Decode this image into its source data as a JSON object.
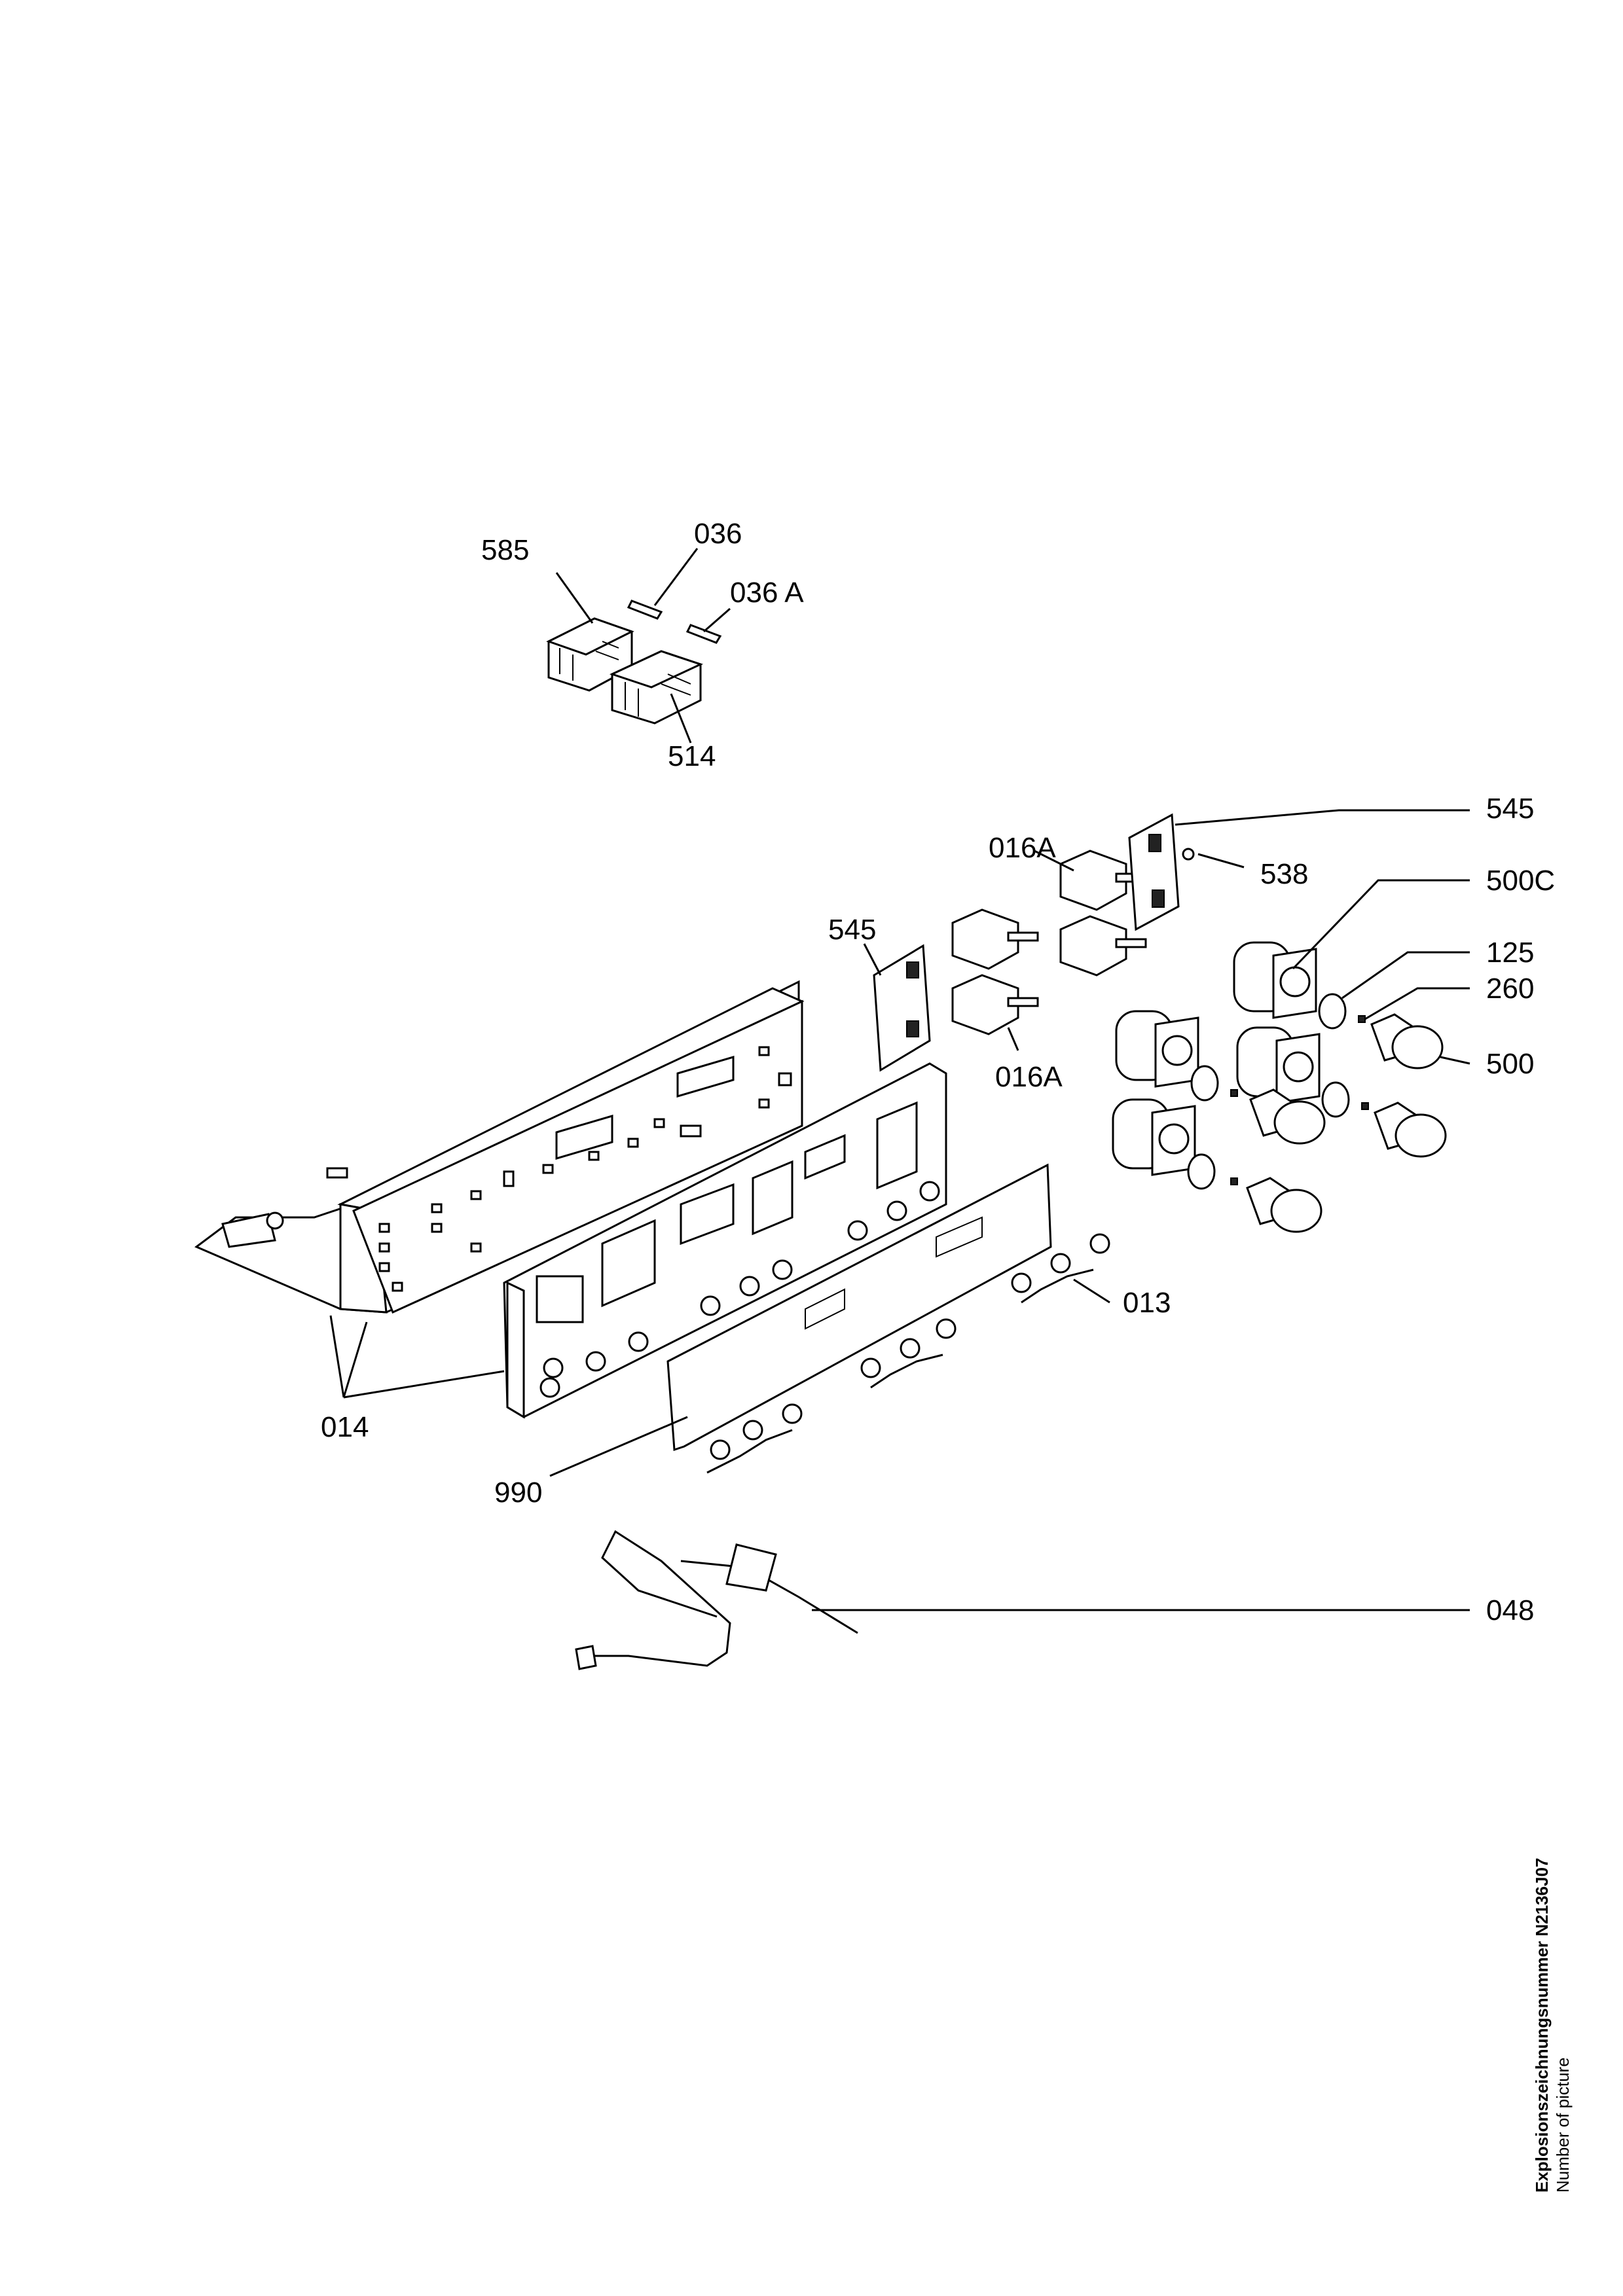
{
  "labels": {
    "l585": "585",
    "l036": "036",
    "l036a": "036 A",
    "l514": "514",
    "l545_top": "545",
    "l016a_top": "016A",
    "l538": "538",
    "l500c": "500C",
    "l545_mid": "545",
    "l125": "125",
    "l260": "260",
    "l016a_bottom": "016A",
    "l500": "500",
    "l013": "013",
    "l014": "014",
    "l990": "990",
    "l048": "048"
  },
  "footer": {
    "drawing_number": "Explosionszeichnungsnummer N2136J07",
    "caption_en": "Number of picture"
  }
}
